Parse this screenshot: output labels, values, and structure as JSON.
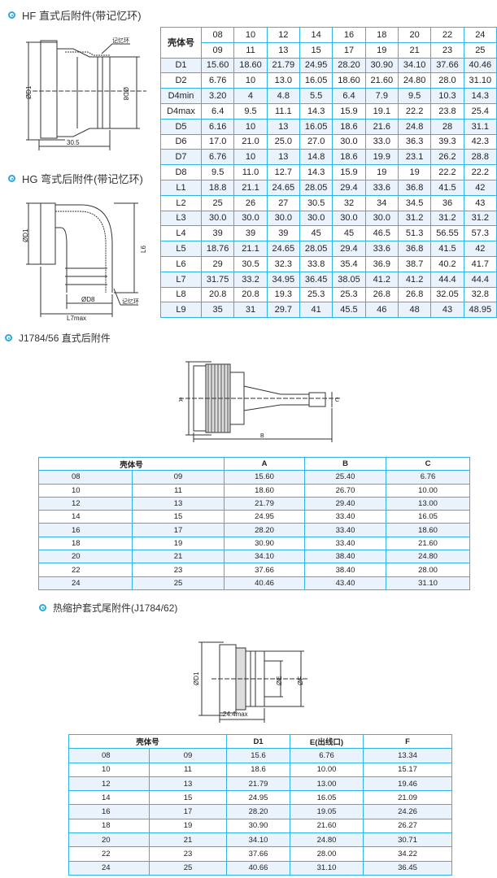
{
  "sections": [
    {
      "title": "HF 直式后附件(带记忆环)"
    },
    {
      "title": "HG 弯式后附件(带记忆环)"
    },
    {
      "title": "J1784/56 直式后附件"
    },
    {
      "title": "热缩护套式尾附件(J1784/62)"
    }
  ],
  "diagrams": {
    "hf": {
      "ring": "记忆环",
      "d1": "ØD1",
      "d8": "ØD8",
      "len": "30.5"
    },
    "hg": {
      "d1": "ØD1",
      "l6": "L6",
      "d8": "ØD8",
      "l7": "L7max",
      "ring": "记忆环"
    },
    "j56": {
      "a": "A",
      "b": "B",
      "c": "C"
    },
    "j62": {
      "d1": "ØD1",
      "e": "ØE",
      "f": "ØF",
      "len": "24.4max"
    }
  },
  "table_main": {
    "header_label": "壳体号",
    "shells_a": [
      "08",
      "10",
      "12",
      "14",
      "16",
      "18",
      "20",
      "22",
      "24"
    ],
    "shells_b": [
      "09",
      "11",
      "13",
      "15",
      "17",
      "19",
      "21",
      "23",
      "25"
    ],
    "rows": [
      {
        "label": "D1",
        "values": [
          "15.60",
          "18.60",
          "21.79",
          "24.95",
          "28.20",
          "30.90",
          "34.10",
          "37.66",
          "40.46"
        ]
      },
      {
        "label": "D2",
        "values": [
          "6.76",
          "10",
          "13.0",
          "16.05",
          "18.60",
          "21.60",
          "24.80",
          "28.0",
          "31.10"
        ]
      },
      {
        "label": "D4min",
        "values": [
          "3.20",
          "4",
          "4.8",
          "5.5",
          "6.4",
          "7.9",
          "9.5",
          "10.3",
          "14.3"
        ]
      },
      {
        "label": "D4max",
        "values": [
          "6.4",
          "9.5",
          "11.1",
          "14.3",
          "15.9",
          "19.1",
          "22.2",
          "23.8",
          "25.4"
        ]
      },
      {
        "label": "D5",
        "values": [
          "6.16",
          "10",
          "13",
          "16.05",
          "18.6",
          "21.6",
          "24.8",
          "28",
          "31.1"
        ]
      },
      {
        "label": "D6",
        "values": [
          "17.0",
          "21.0",
          "25.0",
          "27.0",
          "30.0",
          "33.0",
          "36.3",
          "39.3",
          "42.3"
        ]
      },
      {
        "label": "D7",
        "values": [
          "6.76",
          "10",
          "13",
          "14.8",
          "18.6",
          "19.9",
          "23.1",
          "26.2",
          "28.8"
        ]
      },
      {
        "label": "D8",
        "values": [
          "9.5",
          "11.0",
          "12.7",
          "14.3",
          "15.9",
          "19",
          "19",
          "22.2",
          "22.2"
        ]
      },
      {
        "label": "L1",
        "values": [
          "18.8",
          "21.1",
          "24.65",
          "28.05",
          "29.4",
          "33.6",
          "36.8",
          "41.5",
          "42"
        ]
      },
      {
        "label": "L2",
        "values": [
          "25",
          "26",
          "27",
          "30.5",
          "32",
          "34",
          "34.5",
          "36",
          "43"
        ]
      },
      {
        "label": "L3",
        "values": [
          "30.0",
          "30.0",
          "30.0",
          "30.0",
          "30.0",
          "30.0",
          "31.2",
          "31.2",
          "31.2"
        ]
      },
      {
        "label": "L4",
        "values": [
          "39",
          "39",
          "39",
          "45",
          "45",
          "46.5",
          "51.3",
          "56.55",
          "57.3"
        ]
      },
      {
        "label": "L5",
        "values": [
          "18.76",
          "21.1",
          "24.65",
          "28.05",
          "29.4",
          "33.6",
          "36.8",
          "41.5",
          "42"
        ]
      },
      {
        "label": "L6",
        "values": [
          "29",
          "30.5",
          "32.3",
          "33.8",
          "35.4",
          "36.9",
          "38.7",
          "40.2",
          "41.7"
        ]
      },
      {
        "label": "L7",
        "values": [
          "31.75",
          "33.2",
          "34.95",
          "36.45",
          "38.05",
          "41.2",
          "41.2",
          "44.4",
          "44.4"
        ]
      },
      {
        "label": "L8",
        "values": [
          "20.8",
          "20.8",
          "19.3",
          "25.3",
          "25.3",
          "26.8",
          "26.8",
          "32.05",
          "32.8"
        ]
      },
      {
        "label": "L9",
        "values": [
          "35",
          "31",
          "29.7",
          "41",
          "45.5",
          "46",
          "48",
          "43",
          "48.95"
        ]
      }
    ]
  },
  "table_j56": {
    "headers": [
      "壳体号",
      "A",
      "B",
      "C"
    ],
    "rows": [
      [
        "08",
        "09",
        "15.60",
        "25.40",
        "6.76"
      ],
      [
        "10",
        "11",
        "18.60",
        "26.70",
        "10.00"
      ],
      [
        "12",
        "13",
        "21.79",
        "29.40",
        "13.00"
      ],
      [
        "14",
        "15",
        "24.95",
        "33.40",
        "16.05"
      ],
      [
        "16",
        "17",
        "28.20",
        "33.40",
        "18.60"
      ],
      [
        "18",
        "19",
        "30.90",
        "33.40",
        "21.60"
      ],
      [
        "20",
        "21",
        "34.10",
        "38.40",
        "24.80"
      ],
      [
        "22",
        "23",
        "37.66",
        "38.40",
        "28.00"
      ],
      [
        "24",
        "25",
        "40.46",
        "43.40",
        "31.10"
      ]
    ]
  },
  "table_j62": {
    "headers": [
      "壳体号",
      "D1",
      "E(出线口)",
      "F"
    ],
    "rows": [
      [
        "08",
        "09",
        "15.6",
        "6.76",
        "13.34"
      ],
      [
        "10",
        "11",
        "18.6",
        "10.00",
        "15.17"
      ],
      [
        "12",
        "13",
        "21.79",
        "13.00",
        "19.46"
      ],
      [
        "14",
        "15",
        "24.95",
        "16.05",
        "21.09"
      ],
      [
        "16",
        "17",
        "28.20",
        "19.05",
        "24.26"
      ],
      [
        "18",
        "19",
        "30.90",
        "21.60",
        "26.27"
      ],
      [
        "20",
        "21",
        "34.10",
        "24.80",
        "30.71"
      ],
      [
        "22",
        "23",
        "37.66",
        "28.00",
        "34.22"
      ],
      [
        "24",
        "25",
        "40.66",
        "31.10",
        "36.45"
      ]
    ]
  }
}
